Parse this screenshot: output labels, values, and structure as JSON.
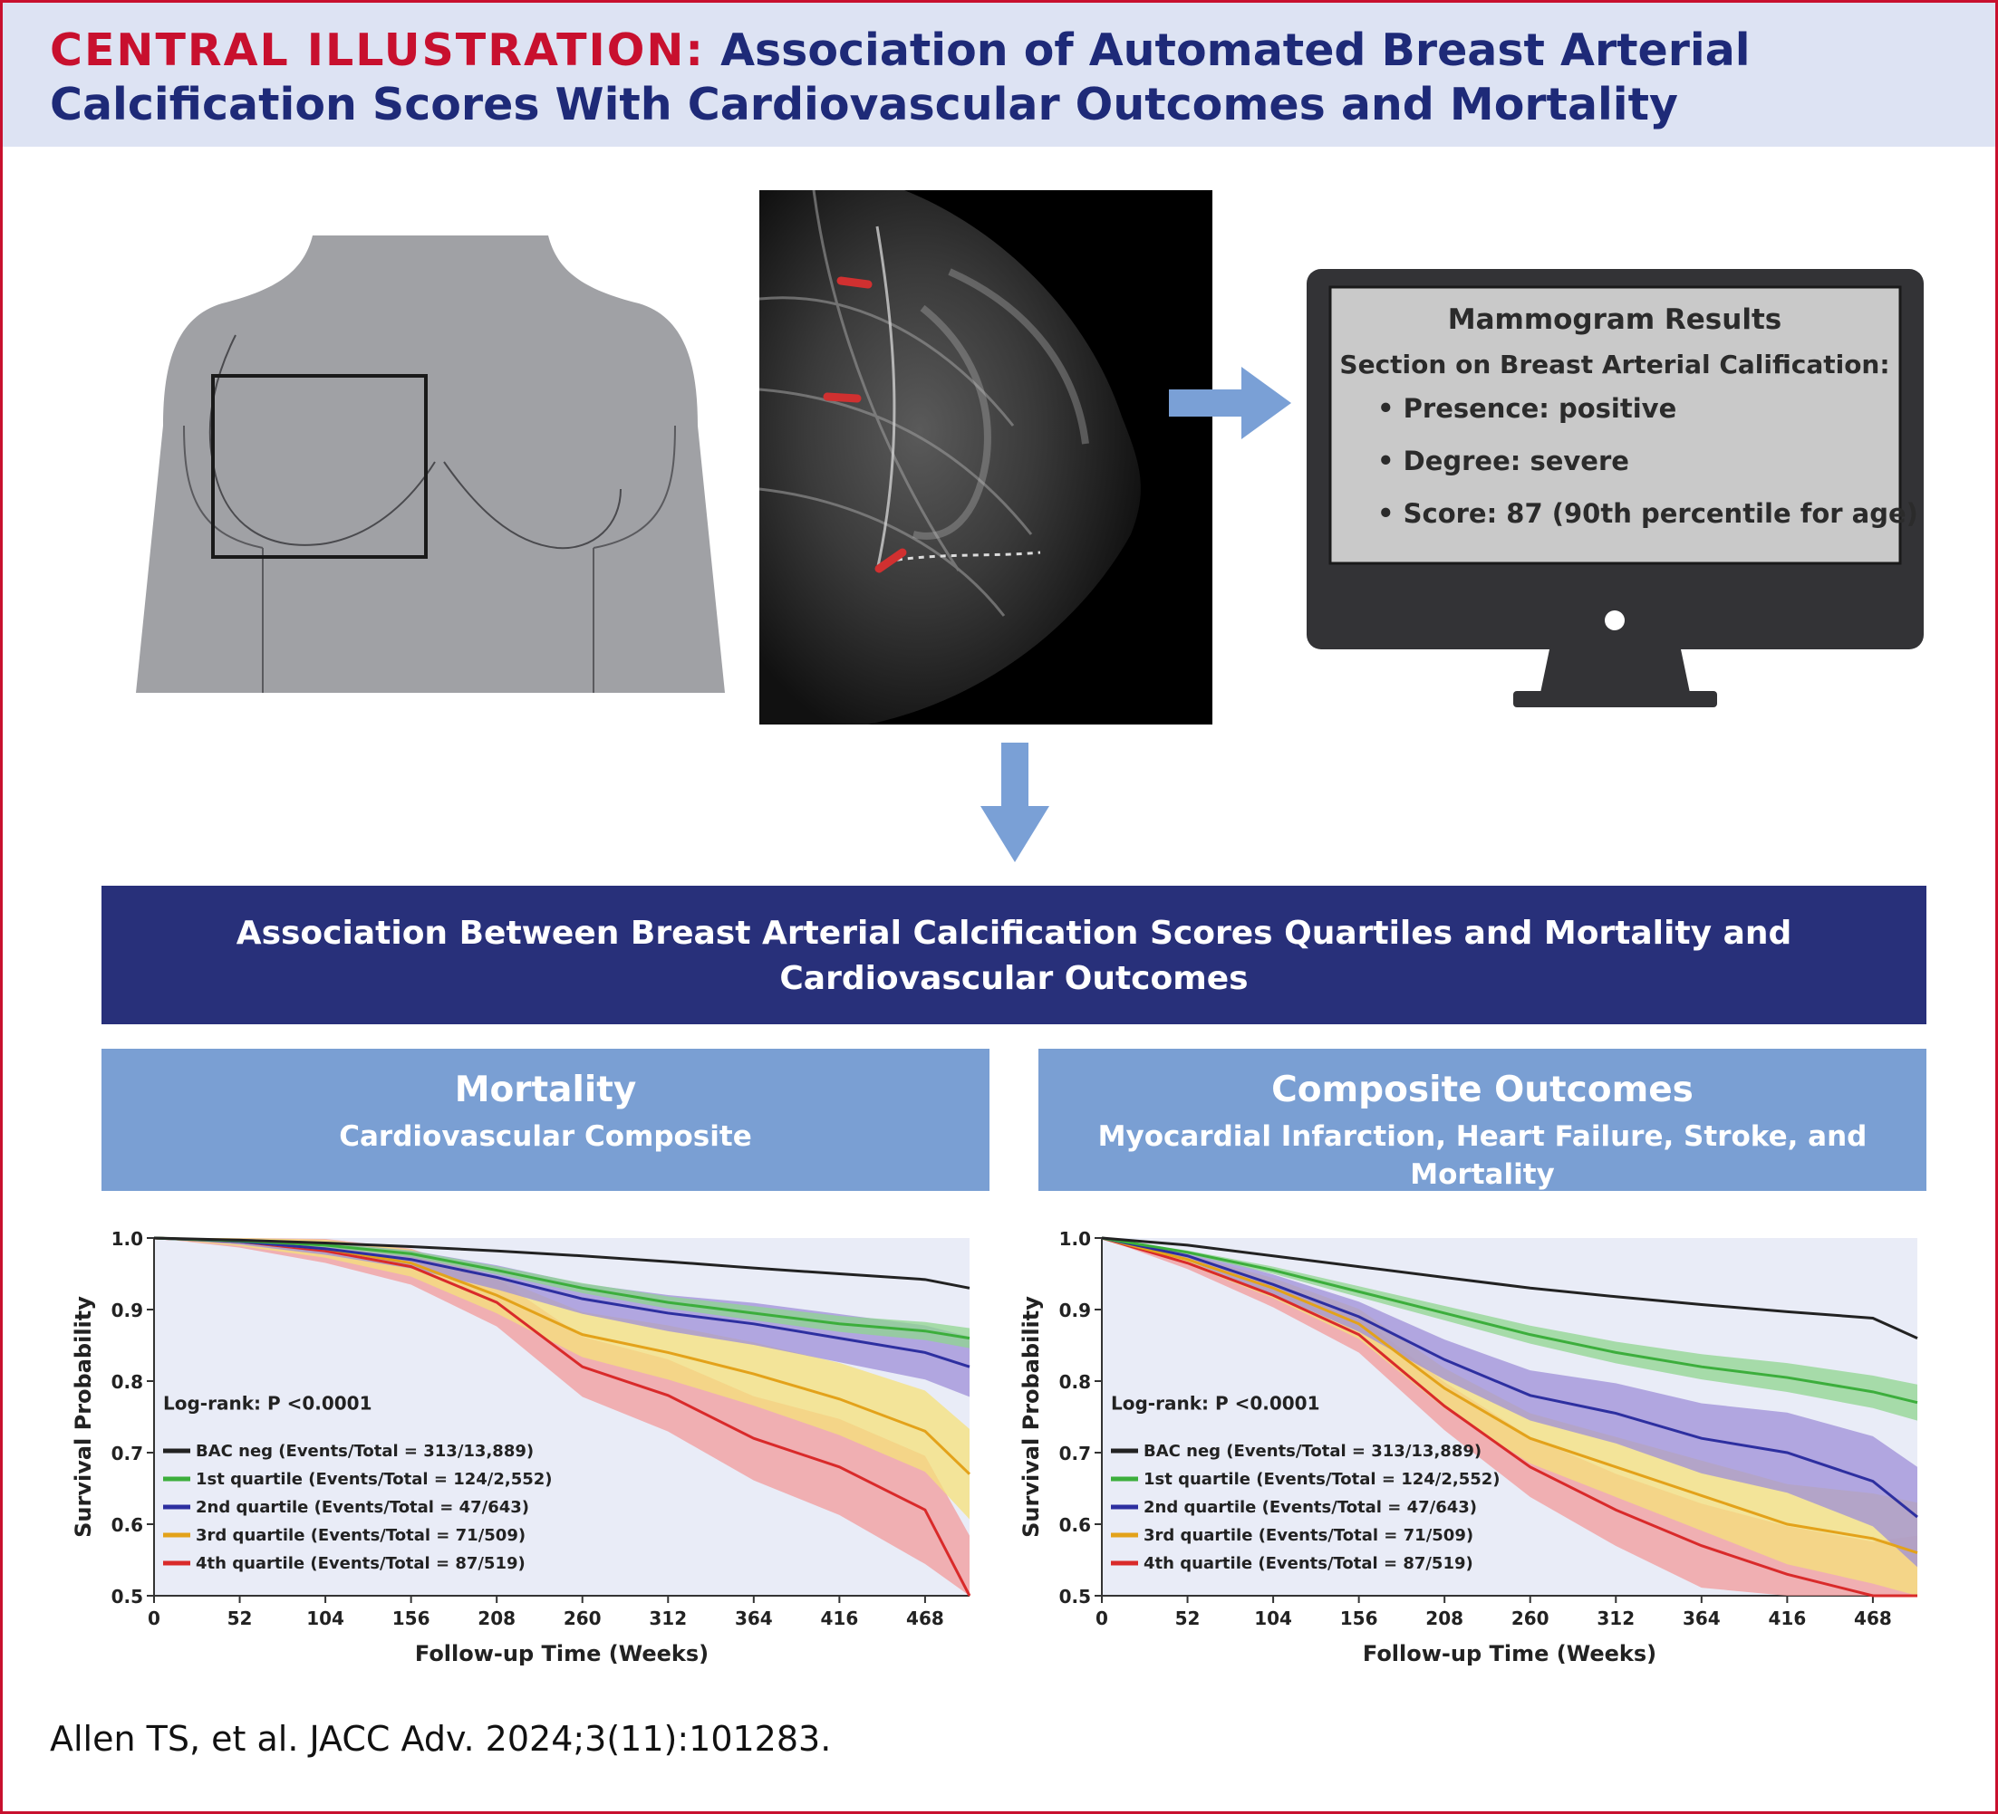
{
  "header": {
    "lead": "CENTRAL ILLUSTRATION:",
    "title_rest_1": "Association of Automated Breast Arterial",
    "title_rest_2": "Calcification Scores With Cardiovascular Outcomes and Mortality"
  },
  "monitor": {
    "title": "Mammogram Results",
    "section": "Section on Breast Arterial Calification:",
    "bullets": [
      "• Presence: positive",
      "• Degree: severe",
      "• Score: 87 (90th percentile for age)"
    ]
  },
  "banner": {
    "line1": "Association Between Breast Arterial Calcification Scores Quartiles and Mortality and",
    "line2": "Cardiovascular Outcomes"
  },
  "left_box": {
    "heading": "Mortality",
    "sub": "Cardiovascular Composite"
  },
  "right_box": {
    "heading": "Composite Outcomes",
    "sub": "Myocardial Infarction, Heart Failure, Stroke, and Mortality"
  },
  "citation": "Allen TS, et al. JACC Adv. 2024;3(11):101283.",
  "colors": {
    "bac_neg": "#222222",
    "q1": "#3cae3c",
    "q2": "#2d2fa0",
    "q3": "#e3a21a",
    "q4": "#d92a2a",
    "ci_q1": "#8fd68f",
    "ci_q2": "#9e8fd8",
    "ci_q3": "#f6e27a",
    "ci_q4": "#f19b9b",
    "plot_bg": "#e9ecf7"
  },
  "chart_data": [
    {
      "type": "line",
      "xlabel": "Follow-up Time (Weeks)",
      "ylabel": "Survival Probability",
      "xlim": [
        0,
        495
      ],
      "ylim": [
        0.5,
        1.0
      ],
      "x_ticks": [
        0,
        52,
        104,
        156,
        208,
        260,
        312,
        364,
        416,
        468
      ],
      "y_ticks": [
        "0.5",
        "0.6",
        "0.7",
        "0.8",
        "0.9",
        "1.0"
      ],
      "annotation": "Log-rank: P <0.0001",
      "legend_placement": "lower-left",
      "x": [
        0,
        52,
        104,
        156,
        208,
        260,
        312,
        364,
        416,
        468,
        495
      ],
      "series": [
        {
          "name": "BAC neg (Events/Total = 313/13,889)",
          "key": "bac_neg",
          "values": [
            1.0,
            0.997,
            0.993,
            0.988,
            0.982,
            0.975,
            0.967,
            0.958,
            0.95,
            0.942,
            0.93
          ],
          "ci": 0.0
        },
        {
          "name": "1st quartile (Events/Total = 124/2,552)",
          "key": "q1",
          "values": [
            1.0,
            0.996,
            0.99,
            0.978,
            0.955,
            0.93,
            0.91,
            0.895,
            0.88,
            0.87,
            0.86
          ],
          "ci": 0.01
        },
        {
          "name": "2nd quartile (Events/Total = 47/643)",
          "key": "q2",
          "values": [
            1.0,
            0.995,
            0.985,
            0.97,
            0.945,
            0.915,
            0.895,
            0.88,
            0.86,
            0.84,
            0.82
          ],
          "ci": 0.03
        },
        {
          "name": "3rd quartile (Events/Total = 71/509)",
          "key": "q3",
          "values": [
            1.0,
            0.995,
            0.985,
            0.965,
            0.92,
            0.865,
            0.84,
            0.81,
            0.775,
            0.73,
            0.67
          ],
          "ci": 0.045
        },
        {
          "name": "4th quartile (Events/Total = 87/519)",
          "key": "q4",
          "values": [
            1.0,
            0.995,
            0.982,
            0.96,
            0.91,
            0.82,
            0.78,
            0.72,
            0.68,
            0.62,
            0.5
          ],
          "ci": 0.06
        }
      ]
    },
    {
      "type": "line",
      "xlabel": "Follow-up Time (Weeks)",
      "ylabel": "Survival Probability",
      "xlim": [
        0,
        495
      ],
      "ylim": [
        0.5,
        1.0
      ],
      "x_ticks": [
        0,
        52,
        104,
        156,
        208,
        260,
        312,
        364,
        416,
        468
      ],
      "y_ticks": [
        "0.5",
        "0.6",
        "0.7",
        "0.8",
        "0.9",
        "1.0"
      ],
      "annotation": "Log-rank: P <0.0001",
      "legend_placement": "lower-left",
      "x": [
        0,
        52,
        104,
        156,
        208,
        260,
        312,
        364,
        416,
        468,
        495
      ],
      "series": [
        {
          "name": "BAC neg (Events/Total = 313/13,889)",
          "key": "bac_neg",
          "values": [
            1.0,
            0.99,
            0.975,
            0.96,
            0.945,
            0.93,
            0.918,
            0.907,
            0.897,
            0.888,
            0.86
          ],
          "ci": 0.0
        },
        {
          "name": "1st quartile (Events/Total = 124/2,552)",
          "key": "q1",
          "values": [
            1.0,
            0.98,
            0.955,
            0.925,
            0.895,
            0.865,
            0.84,
            0.82,
            0.805,
            0.785,
            0.77
          ],
          "ci": 0.018
        },
        {
          "name": "2nd quartile (Events/Total = 47/643)",
          "key": "q2",
          "values": [
            1.0,
            0.975,
            0.935,
            0.89,
            0.83,
            0.78,
            0.755,
            0.72,
            0.7,
            0.66,
            0.61
          ],
          "ci": 0.05
        },
        {
          "name": "3rd quartile (Events/Total = 71/509)",
          "key": "q3",
          "values": [
            1.0,
            0.97,
            0.93,
            0.88,
            0.79,
            0.72,
            0.68,
            0.64,
            0.6,
            0.58,
            0.56
          ],
          "ci": 0.05
        },
        {
          "name": "4th quartile (Events/Total = 87/519)",
          "key": "q4",
          "values": [
            1.0,
            0.965,
            0.92,
            0.865,
            0.765,
            0.68,
            0.62,
            0.57,
            0.53,
            0.5,
            0.5
          ],
          "ci": 0.06
        }
      ]
    }
  ]
}
